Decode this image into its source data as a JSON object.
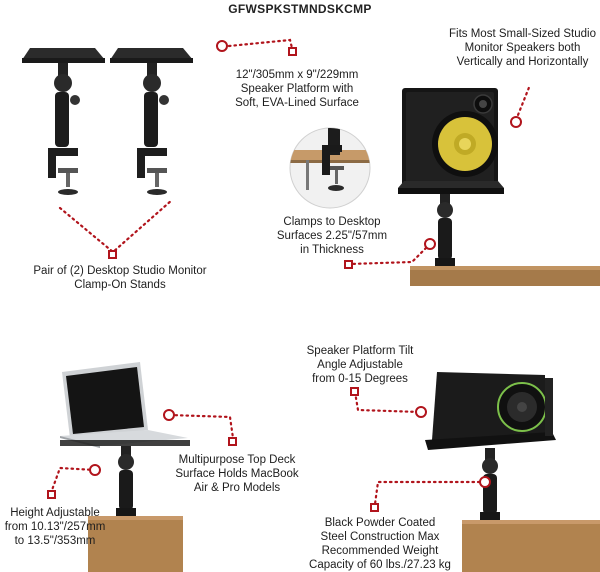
{
  "product_code": "GFWSPKSTMNDSKCMP",
  "accent_color": "#b1141c",
  "callouts": {
    "platform": [
      "12\"/305mm x 9\"/229mm",
      "Speaker Platform with",
      "Soft, EVA-Lined Surface"
    ],
    "fits": [
      "Fits Most Small-Sized Studio",
      "Monitor Speakers both",
      "Vertically and Horizontally"
    ],
    "clamps": [
      "Clamps to Desktop",
      "Surfaces 2.25\"/57mm",
      "in Thickness"
    ],
    "pair": [
      "Pair of (2) Desktop Studio Monitor",
      "Clamp-On Stands"
    ],
    "tilt": [
      "Speaker Platform Tilt",
      "Angle Adjustable",
      "from 0-15 Degrees"
    ],
    "top_deck": [
      "Multipurpose Top Deck",
      "Surface Holds MacBook",
      "Air & Pro Models"
    ],
    "height": [
      "Height Adjustable",
      "from 10.13\"/257mm",
      "to 13.5\"/353mm"
    ],
    "steel": [
      "Black Powder Coated",
      "Steel Construction Max",
      "Recommended Weight",
      "Capacity of 60 lbs./27.23 kg"
    ]
  },
  "images": {
    "stand_pair": "two-clamp-stands-image",
    "speaker_on_stand": "speaker-mounted-image",
    "clamp_detail": "clamp-detail-image",
    "laptop_on_stand": "laptop-mounted-image",
    "tilted_speaker": "tilted-speaker-image"
  }
}
